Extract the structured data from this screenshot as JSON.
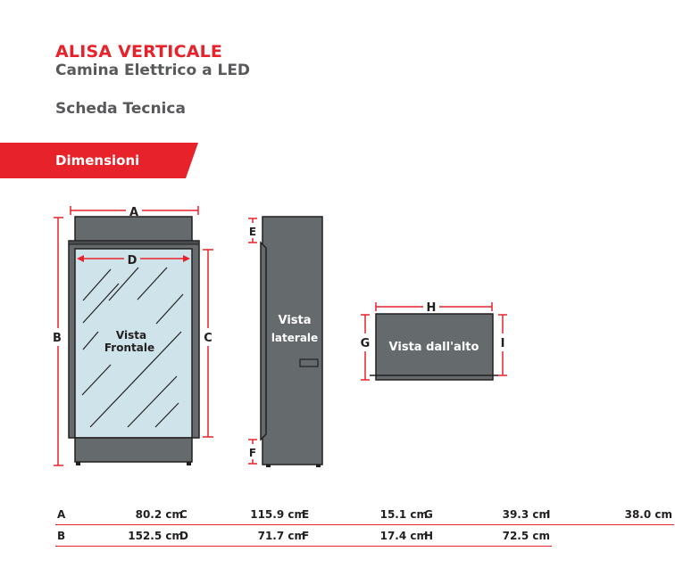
{
  "header": {
    "title": "ALISA VERTICALE",
    "subtitle": "Camina Elettrico a LED",
    "section": "Scheda Tecnica"
  },
  "banner": {
    "label": "Dimensioni",
    "color": "#e8222a"
  },
  "drawings": {
    "front": {
      "label_line1": "Vista",
      "label_line2": "Frontale",
      "dims": {
        "A": "A",
        "B": "B",
        "C": "C",
        "D": "D"
      }
    },
    "side": {
      "label_line1": "Vista",
      "label_line2": "laterale",
      "dims": {
        "E": "E",
        "F": "F"
      }
    },
    "top": {
      "label": "Vista dall'alto",
      "dims": {
        "G": "G",
        "H": "H",
        "I": "I"
      }
    }
  },
  "specs": [
    {
      "key": "A",
      "value": "80.2 cm"
    },
    {
      "key": "B",
      "value": "152.5 cm"
    },
    {
      "key": "C",
      "value": "115.9 cm"
    },
    {
      "key": "D",
      "value": "71.7 cm"
    },
    {
      "key": "E",
      "value": "15.1 cm"
    },
    {
      "key": "F",
      "value": "17.4 cm"
    },
    {
      "key": "G",
      "value": "39.3 cm"
    },
    {
      "key": "H",
      "value": "72.5 cm"
    },
    {
      "key": "I",
      "value": "38.0 cm"
    }
  ],
  "colors": {
    "accent": "#e8222a",
    "body": "#656a6c",
    "glass": "#cfe3ea",
    "text": "#58595b"
  }
}
